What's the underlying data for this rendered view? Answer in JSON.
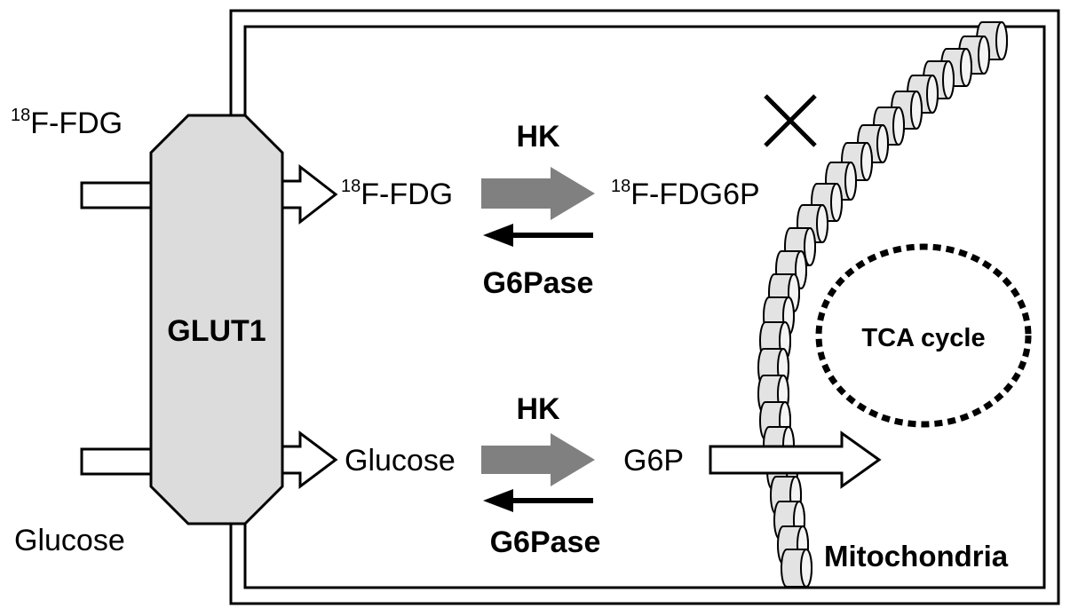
{
  "labels": {
    "outside_fdg_sup": "18",
    "outside_fdg_text": "F-FDG",
    "outside_glucose": "Glucose",
    "transporter": "GLUT1",
    "inside_fdg_sup": "18",
    "inside_fdg_text": "F-FDG",
    "fdg6p_sup": "18",
    "fdg6p_text": "F-FDG6P",
    "inside_glucose": "Glucose",
    "g6p": "G6P",
    "hk_top": "HK",
    "g6pase_top": "G6Pase",
    "hk_bottom": "HK",
    "g6pase_bottom": "G6Pase",
    "tca": "TCA cycle",
    "mitochondria": "Mitochondria"
  },
  "colors": {
    "line": "#000000",
    "transporter_fill": "#dcdcdc",
    "enzyme_arrow": "#808080",
    "segment_fill": "#e3e3e3",
    "background": "#ffffff"
  }
}
